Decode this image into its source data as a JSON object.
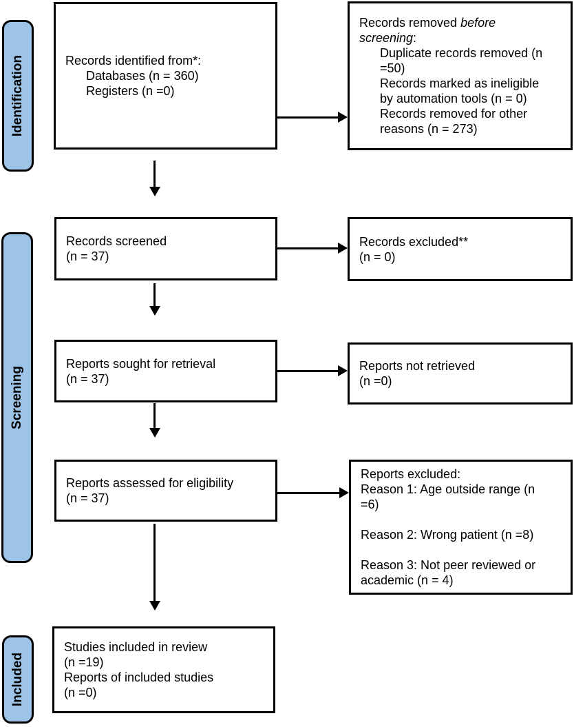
{
  "stages": [
    {
      "label": "Identification"
    },
    {
      "label": "Screening"
    },
    {
      "label": "Included"
    }
  ],
  "boxes": {
    "identified": {
      "title": "Records identified from*:",
      "items": [
        "Databases (n = 360)",
        "Registers (n =0)"
      ]
    },
    "removed": {
      "title_prefix": "Records removed ",
      "title_italic": "before screening",
      "title_suffix": ":",
      "items": [
        "Duplicate records removed (n =50)",
        "Records marked as ineligible by automation tools (n = 0)",
        "Records removed for other reasons (n = 273)"
      ]
    },
    "screened": {
      "lines": [
        "Records screened",
        "(n = 37)"
      ]
    },
    "records_excluded": {
      "lines": [
        "Records excluded**",
        "(n = 0)"
      ]
    },
    "sought": {
      "lines": [
        "Reports sought for retrieval",
        "(n = 37)"
      ]
    },
    "not_retrieved": {
      "lines": [
        "Reports not retrieved",
        "(n =0)"
      ]
    },
    "assessed": {
      "lines": [
        "Reports assessed for eligibility",
        "(n = 37)"
      ]
    },
    "reports_excluded": {
      "title": "Reports excluded:",
      "reasons": [
        "Reason 1: Age outside range (n =6)",
        "Reason 2: Wrong patient (n =8)",
        "Reason 3: Not peer reviewed or academic (n = 4)"
      ]
    },
    "included_studies": {
      "lines": [
        "Studies included in review",
        "(n =19)",
        "Reports of included studies",
        "(n =0)"
      ]
    }
  },
  "colors": {
    "stage_fill": "#9DC3E6",
    "stage_border": "#000000",
    "box_border": "#000000",
    "arrow": "#000000"
  }
}
